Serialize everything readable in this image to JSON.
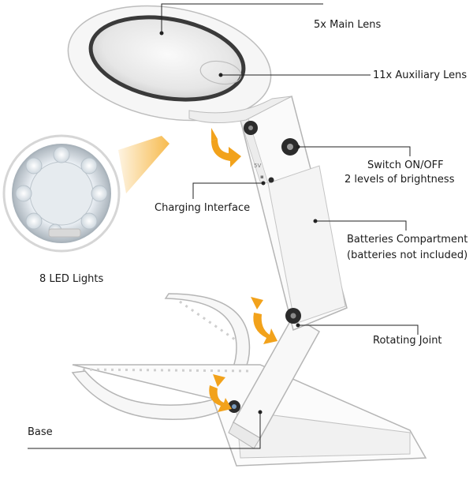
{
  "labels": {
    "main_lens": "5x  Main Lens",
    "aux_lens": "11x Auxiliary Lens",
    "switch_line1": "Switch ON/OFF",
    "switch_line2": "2 levels of brightness",
    "charging": "Charging Interface",
    "batteries_line1": "Batteries Compartment",
    "batteries_line2": "(batteries not included)",
    "led_lights": "8 LED Lights",
    "rotating_joint": "Rotating Joint",
    "base": "Base"
  },
  "colors": {
    "arrow": "#f2a21b",
    "body": "#f7f7f7",
    "outline": "#b5b5b5",
    "lens_rim": "#3a3a3a",
    "led_glow": "#dce6ef",
    "leader": "#222222"
  }
}
